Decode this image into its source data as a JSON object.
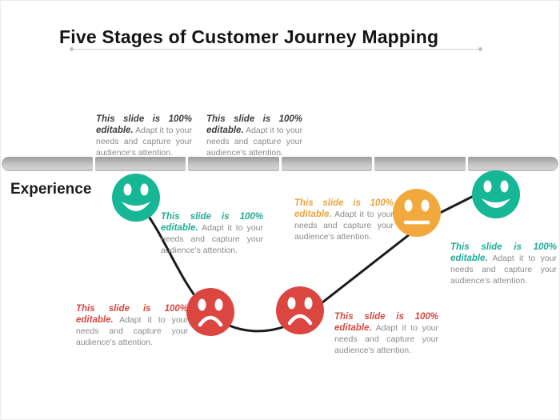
{
  "slide": {
    "title": "Five Stages of Customer Journey Mapping",
    "experience_label": "Experience"
  },
  "colors": {
    "happy": "#16B795",
    "neutral": "#F2A93C",
    "sad": "#DC4641",
    "curve": "#1b1b1b",
    "bar": "#bdbdbd",
    "body_text": "#8b8b8b"
  },
  "timeline": {
    "segment_count": 6
  },
  "faces": [
    {
      "mood": "happy",
      "color": "#16B795"
    },
    {
      "mood": "sad",
      "color": "#DC4641"
    },
    {
      "mood": "sad",
      "color": "#DC4641"
    },
    {
      "mood": "neutral",
      "color": "#F2A93C"
    },
    {
      "mood": "happy",
      "color": "#16B795"
    }
  ],
  "callouts": [
    {
      "bold": "This slide is 100% editable.",
      "body": "Adapt it to your needs and capture your audience's attention.",
      "accent": "#3f3f3f"
    },
    {
      "bold": "This slide is 100% editable.",
      "body": "Adapt it to your needs and capture your audience's attention.",
      "accent": "#3f3f3f"
    },
    {
      "bold": "This slide is 100% editable.",
      "body": "Adapt it to your needs and capture your audience's attention.",
      "accent": "#21AC97"
    },
    {
      "bold": "This slide is 100% editable.",
      "body": "Adapt it to your needs and capture your audience's attention.",
      "accent": "#EBA43B"
    },
    {
      "bold": "This slide is 100% editable.",
      "body": "Adapt it to your needs and capture your audience's attention.",
      "accent": "#21AC97"
    },
    {
      "bold": "This slide is 100% editable.",
      "body": "Adapt it to your needs and capture your audience's attention.",
      "accent": "#D64742"
    },
    {
      "bold": "This slide is 100% editable.",
      "body": "Adapt it to your needs and capture your audience's attention.",
      "accent": "#D64742"
    }
  ]
}
